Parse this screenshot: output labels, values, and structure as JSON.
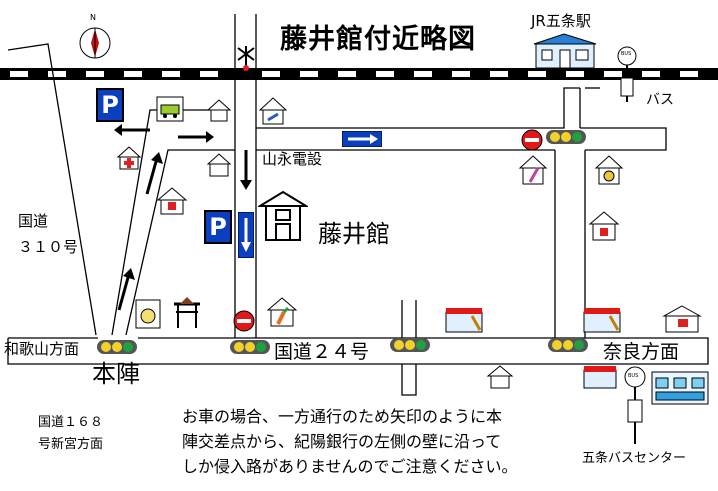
{
  "title": "藤井館付近略図",
  "stations": {
    "jr": "JR五条駅",
    "bus": "バス",
    "bus_center": "五条バスセンター",
    "bus_sign": "BUS"
  },
  "roads": {
    "route310": "国道\n３１０号",
    "route24": "国道２４号",
    "route168": "国道１６８\n号新宮方面",
    "wakayama": "和歌山方面",
    "nara": "奈良方面"
  },
  "places": {
    "honjin": "本陣",
    "yamanaga": "山永電設",
    "fujiikan": "藤井館",
    "parking": "P",
    "compass": "N"
  },
  "notice": [
    "お車の場合、一方通行のため矢印のように本",
    "陣交差点から、紀陽銀行の左側の壁に沿って",
    "しか侵入路がありませんのでご注意ください。"
  ],
  "colors": {
    "parking_blue": "#0a3fbf",
    "signal_yellow": "#f2d22a",
    "signal_red": "#e02020",
    "signal_green": "#20a040",
    "no_entry_red": "#e01818"
  }
}
